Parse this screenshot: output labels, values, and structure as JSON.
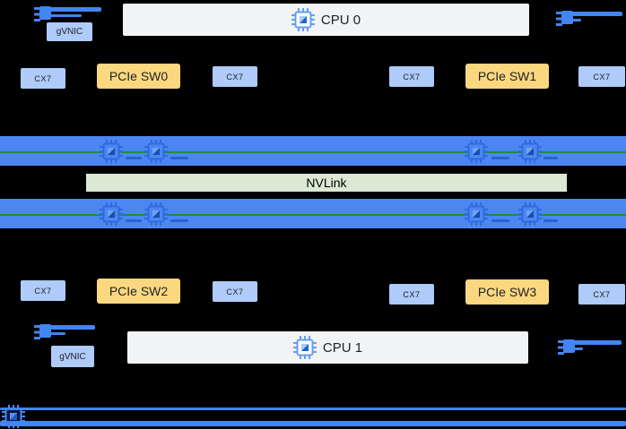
{
  "colors": {
    "background": "#000000",
    "link_blue": "#4285f4",
    "gpu_band_blue": "#4d86f0",
    "nic_box_blue": "#aecbfa",
    "pcie_switch_yellow": "#fbd87f",
    "cpu_box_gray": "#f2f3f4",
    "nvlink_fill_green": "#dbe9d4",
    "nvlink_wire_green": "#1e8e3e",
    "text_dark": "#202124"
  },
  "icons": {
    "cpu_chip_icon": "square chip with side pins and diagonal split core",
    "gpu_chip_icon": "square chip glyph repeated on each GPU band",
    "network_port_icon": "pinned port block with horizontal link lines cut off at edge"
  },
  "cpus": {
    "cpu0": {
      "label": "CPU 0"
    },
    "cpu1": {
      "label": "CPU 1"
    }
  },
  "gvnic": {
    "top": {
      "label": "gVNIC"
    },
    "bottom": {
      "label": "gVNIC"
    }
  },
  "nic_row_top": [
    {
      "label": "CX7"
    },
    {
      "label": "PCIe SW0"
    },
    {
      "label": "CX7"
    },
    {
      "label": "CX7"
    },
    {
      "label": "PCIe SW1"
    },
    {
      "label": "CX7"
    }
  ],
  "nic_row_bottom": [
    {
      "label": "CX7"
    },
    {
      "label": "PCIe SW2"
    },
    {
      "label": "CX7"
    },
    {
      "label": "CX7"
    },
    {
      "label": "PCIe SW3"
    },
    {
      "label": "CX7"
    }
  ],
  "nvlink": {
    "label": "NVLink"
  },
  "gpu_bands": {
    "top_chip_count": 4,
    "bottom_chip_count": 4
  }
}
